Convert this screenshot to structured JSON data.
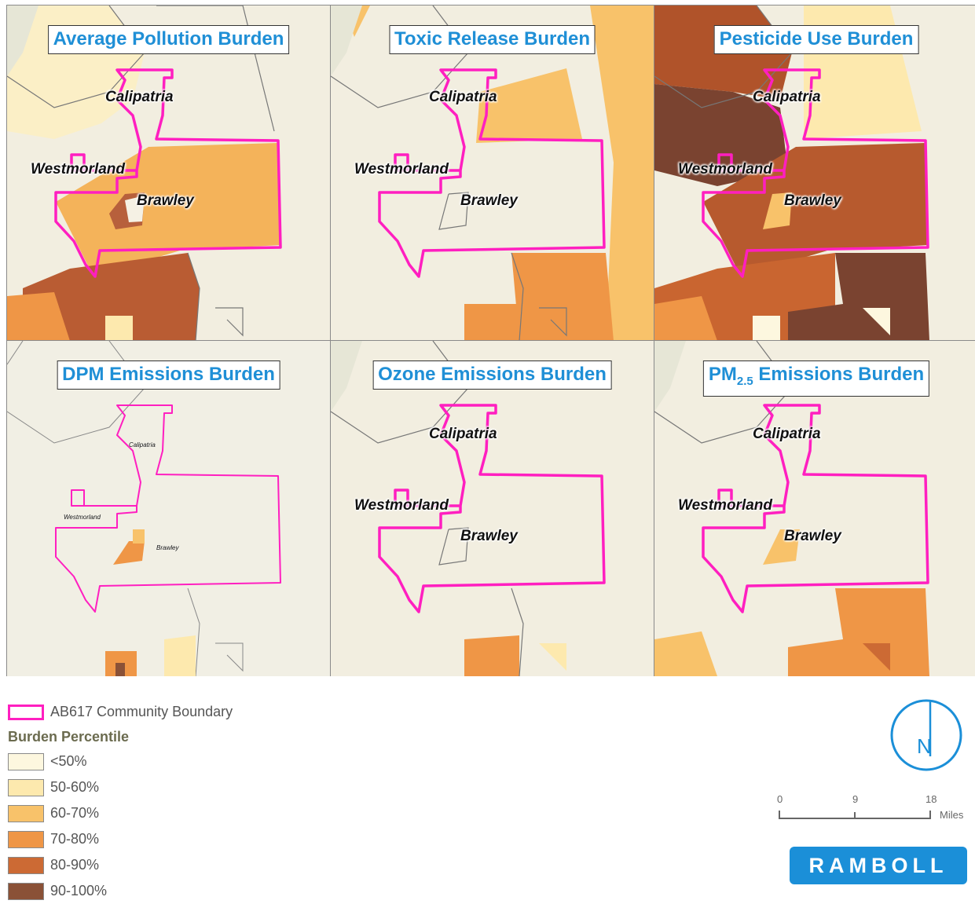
{
  "panels": [
    {
      "title": "Average Pollution Burden",
      "cities": [
        "Calipatria",
        "Westmorland",
        "Brawley"
      ]
    },
    {
      "title": "Toxic Release Burden",
      "cities": [
        "Calipatria",
        "Westmorland",
        "Brawley"
      ]
    },
    {
      "title": "Pesticide Use Burden",
      "cities": [
        "Calipatria",
        "Westmorland",
        "Brawley"
      ]
    },
    {
      "title": "DPM Emissions Burden",
      "cities": [
        "Calipatria",
        "Westmorland",
        "Brawley"
      ]
    },
    {
      "title": "Ozone Emissions Burden",
      "cities": [
        "Calipatria",
        "Westmorland",
        "Brawley"
      ]
    },
    {
      "title_main": "PM",
      "title_sub": "2.5",
      "title_rest": " Emissions Burden",
      "cities": [
        "Calipatria",
        "Westmorland",
        "Brawley"
      ]
    }
  ],
  "legend": {
    "boundary_label": "AB617 Community Boundary",
    "heading": "Burden Percentile",
    "classes": [
      {
        "label": "<50%",
        "color": "#fdf7df"
      },
      {
        "label": "50-60%",
        "color": "#fde9ae"
      },
      {
        "label": "60-70%",
        "color": "#f8c26a"
      },
      {
        "label": "70-80%",
        "color": "#ef9646"
      },
      {
        "label": "80-90%",
        "color": "#cc6a34"
      },
      {
        "label": "90-100%",
        "color": "#8a5137"
      }
    ],
    "boundary_color": "#ff1fc0"
  },
  "north": {
    "letter": "N",
    "color": "#1b8fd8"
  },
  "scale": {
    "ticks": [
      "0",
      "9",
      "18"
    ],
    "unit": "Miles"
  },
  "logo": {
    "text": "RAMBOLL",
    "color": "#1b8fd8"
  }
}
